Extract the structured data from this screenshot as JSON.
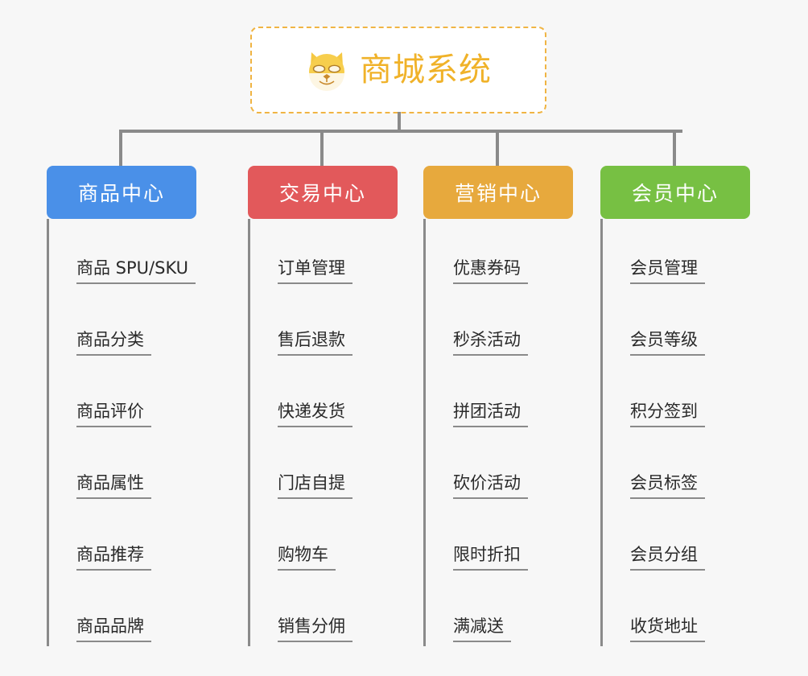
{
  "background_color": "#f7f7f7",
  "root": {
    "title": "商城系统",
    "icon": "shiba-dog-icon",
    "text_color": "#f0b229",
    "border_color": "#f0b443"
  },
  "connector_color": "#8a8a8a",
  "categories": [
    {
      "label": "商品中心",
      "color": "#4a90e8",
      "items": [
        "商品 SPU/SKU",
        "商品分类",
        "商品评价",
        "商品属性",
        "商品推荐",
        "商品品牌"
      ]
    },
    {
      "label": "交易中心",
      "color": "#e2595b",
      "items": [
        "订单管理",
        "售后退款",
        "快递发货",
        "门店自提",
        "购物车",
        "销售分佣"
      ]
    },
    {
      "label": "营销中心",
      "color": "#e7a93d",
      "items": [
        "优惠券码",
        "秒杀活动",
        "拼团活动",
        "砍价活动",
        "限时折扣",
        "满减送"
      ]
    },
    {
      "label": "会员中心",
      "color": "#77c043",
      "items": [
        "会员管理",
        "会员等级",
        "积分签到",
        "会员标签",
        "会员分组",
        "收货地址"
      ]
    }
  ]
}
